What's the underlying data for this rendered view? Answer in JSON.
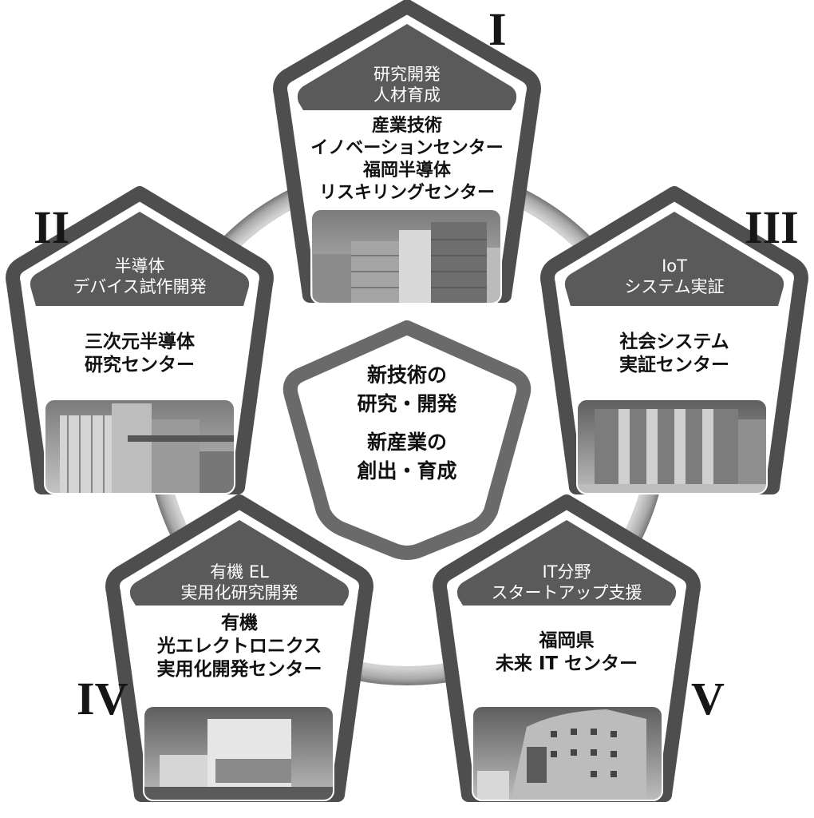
{
  "center": {
    "lines": [
      "新技術の",
      "研究・開発",
      "新産業の",
      "創出・育成"
    ]
  },
  "colors": {
    "header_band": "#5a5a5a",
    "ring_light": "#cfcfcf",
    "ring_dark": "#6e6e6e",
    "frame_dark": "#3c3c3c",
    "background": "#ffffff"
  },
  "nodes": [
    {
      "numeral": "I",
      "header": [
        "研究開発",
        "人材育成"
      ],
      "name": [
        "産業技術",
        "イノベーションセンター",
        "福岡半導体",
        "リスキリングセンター"
      ],
      "photo": "building-photo"
    },
    {
      "numeral": "II",
      "header": [
        "半導体",
        "デバイス試作開発"
      ],
      "name": [
        "三次元半導体",
        "研究センター"
      ],
      "photo": "building-photo"
    },
    {
      "numeral": "III",
      "header": [
        "IoT",
        "システム実証"
      ],
      "name": [
        "社会システム",
        "実証センター"
      ],
      "photo": "building-photo"
    },
    {
      "numeral": "IV",
      "header": [
        "有機 EL",
        "実用化研究開発"
      ],
      "name": [
        "有機",
        "光エレクトロニクス",
        "実用化開発センター"
      ],
      "photo": "building-photo"
    },
    {
      "numeral": "V",
      "header": [
        "IT分野",
        "スタートアップ支援"
      ],
      "name": [
        "福岡県",
        "未来 IT センター"
      ],
      "photo": "building-photo"
    }
  ]
}
